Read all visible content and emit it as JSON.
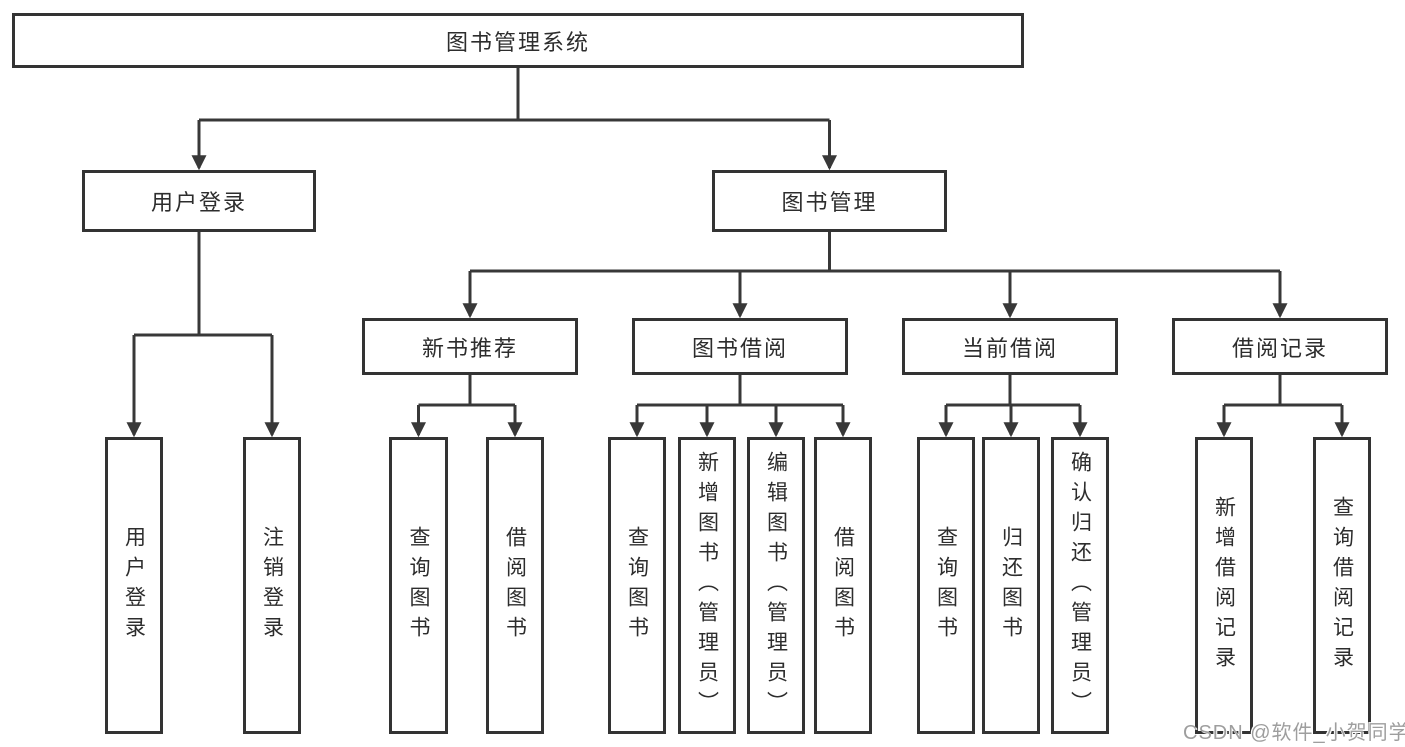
{
  "tree": {
    "id": "root",
    "label": "图书管理系统",
    "children": [
      {
        "id": "user-login",
        "label": "用户登录",
        "children": [
          {
            "id": "leaf-user-login",
            "label": "用户登录"
          },
          {
            "id": "leaf-logout",
            "label": "注销登录"
          }
        ]
      },
      {
        "id": "book-mgmt",
        "label": "图书管理",
        "children": [
          {
            "id": "new-book-rec",
            "label": "新书推荐",
            "children": [
              {
                "id": "leaf-nbr-query",
                "label": "查询图书"
              },
              {
                "id": "leaf-nbr-borrow",
                "label": "借阅图书"
              }
            ]
          },
          {
            "id": "book-borrow",
            "label": "图书借阅",
            "children": [
              {
                "id": "leaf-bb-query",
                "label": "查询图书"
              },
              {
                "id": "leaf-bb-add",
                "label": "新增图书（管理员）"
              },
              {
                "id": "leaf-bb-edit",
                "label": "编辑图书（管理员）"
              },
              {
                "id": "leaf-bb-borrow",
                "label": "借阅图书"
              }
            ]
          },
          {
            "id": "current-borrow",
            "label": "当前借阅",
            "children": [
              {
                "id": "leaf-cb-query",
                "label": "查询图书"
              },
              {
                "id": "leaf-cb-return",
                "label": "归还图书"
              },
              {
                "id": "leaf-cb-confirm",
                "label": "确认归还（管理员）"
              }
            ]
          },
          {
            "id": "borrow-records",
            "label": "借阅记录",
            "children": [
              {
                "id": "leaf-br-add",
                "label": "新增借阅记录"
              },
              {
                "id": "leaf-br-query",
                "label": "查询借阅记录"
              }
            ]
          }
        ]
      }
    ]
  },
  "watermark": {
    "text": "CSDN @软件_小贺同学"
  },
  "colors": {
    "line": "#383838",
    "box_border": "#333333",
    "text": "#2d2d2d",
    "watermark": "#9e9e9e",
    "background": "#ffffff"
  }
}
